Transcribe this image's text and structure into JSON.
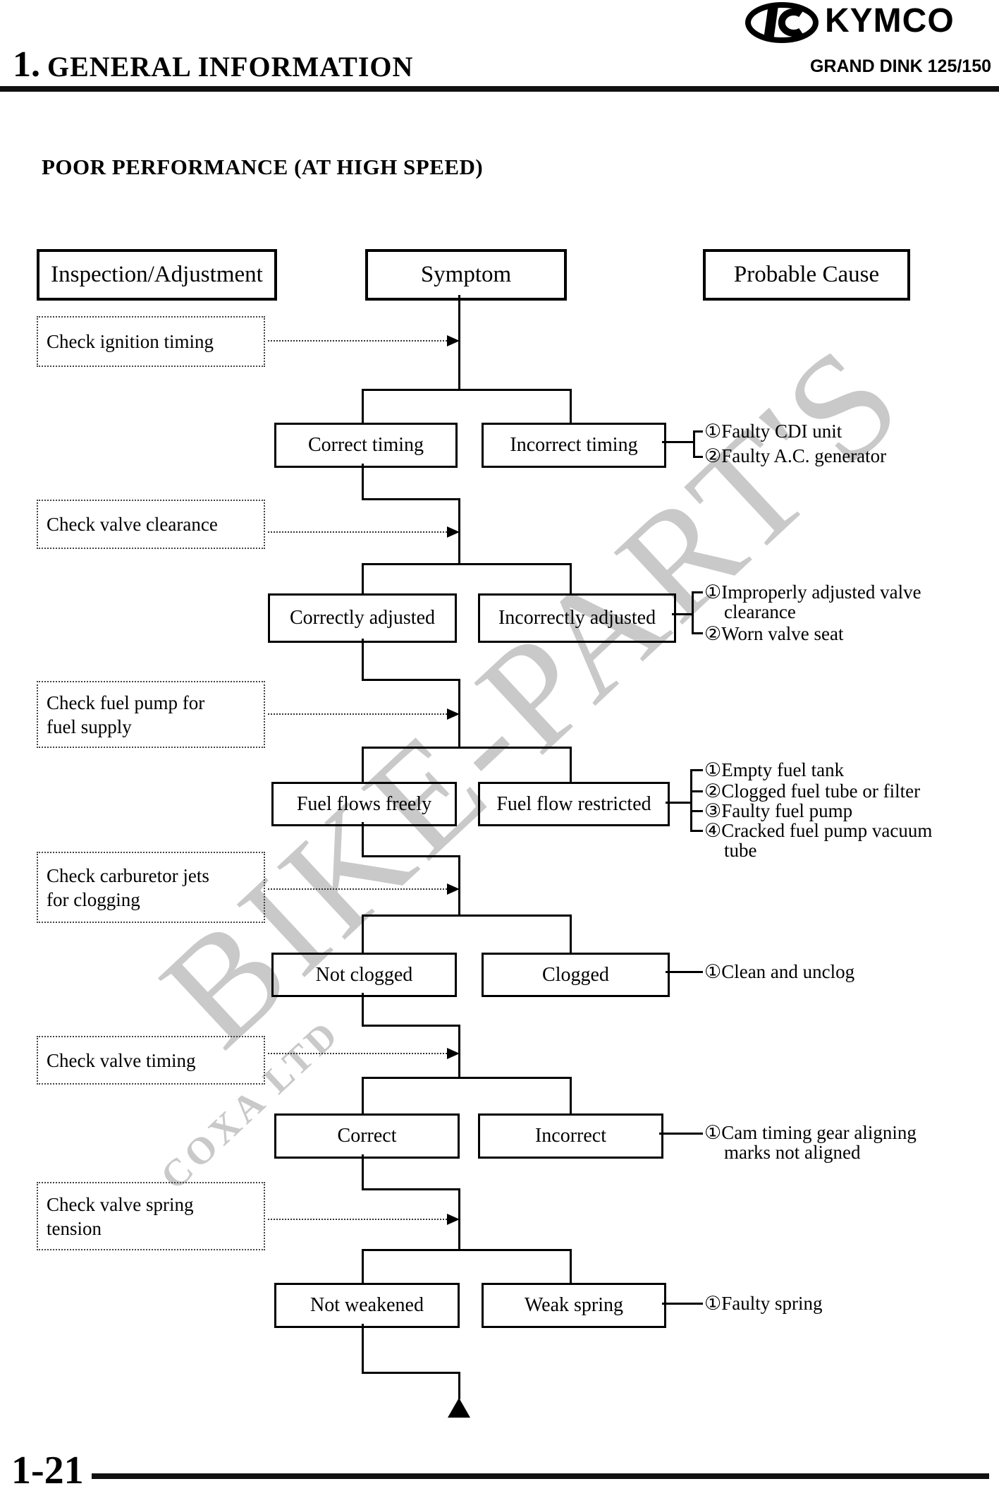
{
  "brand": {
    "wordmark": "KYMCO",
    "model": "GRAND DINK 125/150"
  },
  "chapter": {
    "number": "1.",
    "title": "GENERAL INFORMATION"
  },
  "section_title": "POOR PERFORMANCE (AT HIGH SPEED)",
  "page_number": "1-21",
  "watermark": {
    "main": "BIKE-PART'S",
    "sub": "COXA LTD"
  },
  "columns": {
    "inspection": "Inspection/Adjustment",
    "symptom": "Symptom",
    "cause": "Probable Cause"
  },
  "rows": [
    {
      "check_lines": [
        "Check ignition timing"
      ],
      "pass": "Correct timing",
      "fail": "Incorrect timing",
      "cause_lines": [
        "①Faulty CDI unit",
        "②Faulty A.C. generator"
      ]
    },
    {
      "check_lines": [
        "Check valve clearance"
      ],
      "pass": "Correctly adjusted",
      "fail": "Incorrectly adjusted",
      "cause_lines": [
        "①Improperly adjusted valve",
        "clearance",
        "②Worn valve seat"
      ]
    },
    {
      "check_lines": [
        "Check fuel pump for",
        "fuel supply"
      ],
      "pass": "Fuel flows freely",
      "fail": "Fuel flow restricted",
      "cause_lines": [
        "①Empty fuel tank",
        "②Clogged fuel tube or filter",
        "③Faulty fuel pump",
        "④Cracked fuel pump vacuum",
        "tube"
      ]
    },
    {
      "check_lines": [
        "Check carburetor jets",
        "for clogging"
      ],
      "pass": "Not clogged",
      "fail": "Clogged",
      "cause_lines": [
        "①Clean and unclog"
      ]
    },
    {
      "check_lines": [
        "Check valve timing"
      ],
      "pass": "Correct",
      "fail": "Incorrect",
      "cause_lines": [
        "①Cam timing gear aligning",
        "marks not aligned"
      ]
    },
    {
      "check_lines": [
        "Check valve spring",
        "tension"
      ],
      "pass": "Not weakened",
      "fail": "Weak spring",
      "cause_lines": [
        "①Faulty spring"
      ]
    }
  ]
}
